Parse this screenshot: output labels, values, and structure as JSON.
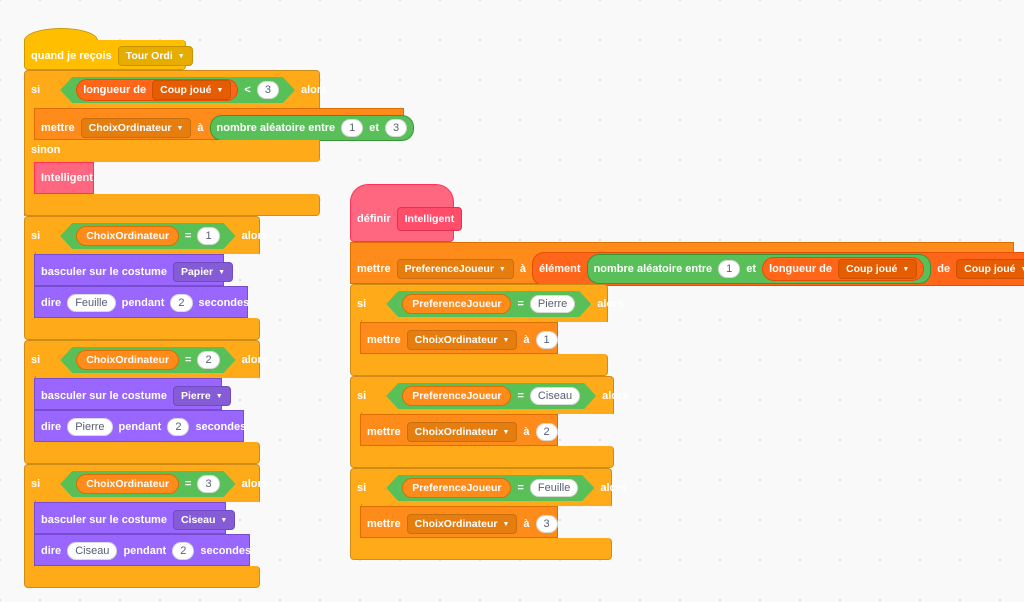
{
  "script_left": {
    "hat": {
      "label": "quand je reçois",
      "message": "Tour Ordi"
    },
    "if1": {
      "si": "si",
      "alors": "alors",
      "sinon": "sinon",
      "length_label": "longueur de",
      "list": "Coup joué",
      "op": "<",
      "value": "3",
      "set_label": "mettre",
      "set_var": "ChoixOrdinateur",
      "to": "à",
      "random_label": "nombre aléatoire entre",
      "rand_from": "1",
      "and": "et",
      "rand_to": "3",
      "else_block": "Intelligent"
    },
    "cases": [
      {
        "si": "si",
        "var": "ChoixOrdinateur",
        "eq": "=",
        "value": "1",
        "alors": "alors",
        "costume_label": "basculer sur le costume",
        "costume": "Papier",
        "say_label": "dire",
        "say_text": "Feuille",
        "during": "pendant",
        "secs": "2",
        "seconds": "secondes"
      },
      {
        "si": "si",
        "var": "ChoixOrdinateur",
        "eq": "=",
        "value": "2",
        "alors": "alors",
        "costume_label": "basculer sur le costume",
        "costume": "Pierre",
        "say_label": "dire",
        "say_text": "Pierre",
        "during": "pendant",
        "secs": "2",
        "seconds": "secondes"
      },
      {
        "si": "si",
        "var": "ChoixOrdinateur",
        "eq": "=",
        "value": "3",
        "alors": "alors",
        "costume_label": "basculer sur le costume",
        "costume": "Ciseau",
        "say_label": "dire",
        "say_text": "Ciseau",
        "during": "pendant",
        "secs": "2",
        "seconds": "secondes"
      }
    ]
  },
  "script_right": {
    "define": {
      "label": "définir",
      "name": "Intelligent"
    },
    "set": {
      "label": "mettre",
      "var": "PreferenceJoueur",
      "to": "à",
      "item_label": "élément",
      "random_label": "nombre aléatoire entre",
      "rand_from": "1",
      "and": "et",
      "length_label": "longueur de",
      "list1": "Coup joué",
      "of": "de",
      "list2": "Coup joué"
    },
    "cases": [
      {
        "si": "si",
        "var": "PreferenceJoueur",
        "eq": "=",
        "value": "Pierre",
        "alors": "alors",
        "set_label": "mettre",
        "set_var": "ChoixOrdinateur",
        "to": "à",
        "set_value": "1"
      },
      {
        "si": "si",
        "var": "PreferenceJoueur",
        "eq": "=",
        "value": "Ciseau",
        "alors": "alors",
        "set_label": "mettre",
        "set_var": "ChoixOrdinateur",
        "to": "à",
        "set_value": "2"
      },
      {
        "si": "si",
        "var": "PreferenceJoueur",
        "eq": "=",
        "value": "Feuille",
        "alors": "alors",
        "set_label": "mettre",
        "set_var": "ChoixOrdinateur",
        "to": "à",
        "set_value": "3"
      }
    ]
  },
  "colors": {
    "control": "#ffab19",
    "events": "#ffbf00",
    "variables": "#ff8c1a",
    "looks": "#9966ff",
    "my_blocks": "#ff6680",
    "operators": "#59c059",
    "lists": "#ff661a"
  },
  "icons": {
    "dropdown": "dropdown-arrow-icon"
  }
}
